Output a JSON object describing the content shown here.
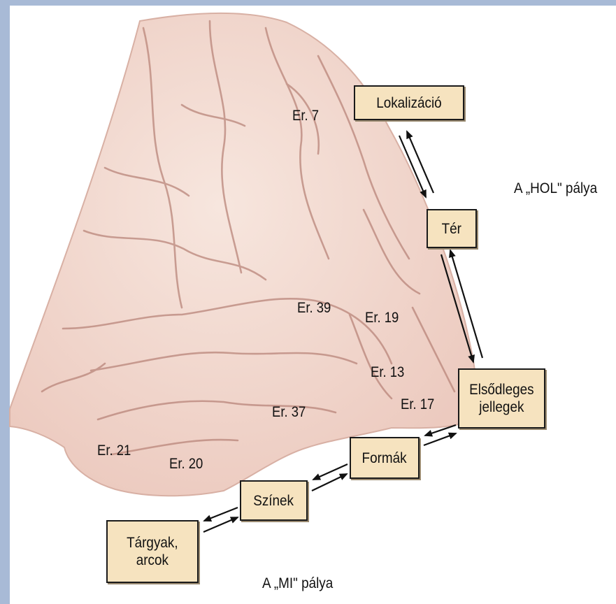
{
  "colors": {
    "frame": "#a8bad6",
    "brain_fill": "#f3dcd2",
    "brain_edge": "#d8b0a4",
    "sulcus": "#b9857a",
    "box_fill": "#f6e3bf",
    "box_border": "#1a1a1a"
  },
  "areas": {
    "er7": "Er. 7",
    "er39": "Er. 39",
    "er19": "Er. 19",
    "er13": "Er. 13",
    "er17": "Er. 17",
    "er37": "Er. 37",
    "er21": "Er. 21",
    "er20": "Er. 20"
  },
  "boxes": {
    "lokalizacio": "Lokalizáció",
    "ter": "Tér",
    "elsodleges_line1": "Elsődleges",
    "elsodleges_line2": "jellegek",
    "formak": "Formák",
    "szinek": "Színek",
    "targyak_line1": "Tárgyak,",
    "targyak_line2": "arcok"
  },
  "pathways": {
    "hol": "A „HOL\" pálya",
    "mi": "A „MI\" pálya"
  }
}
